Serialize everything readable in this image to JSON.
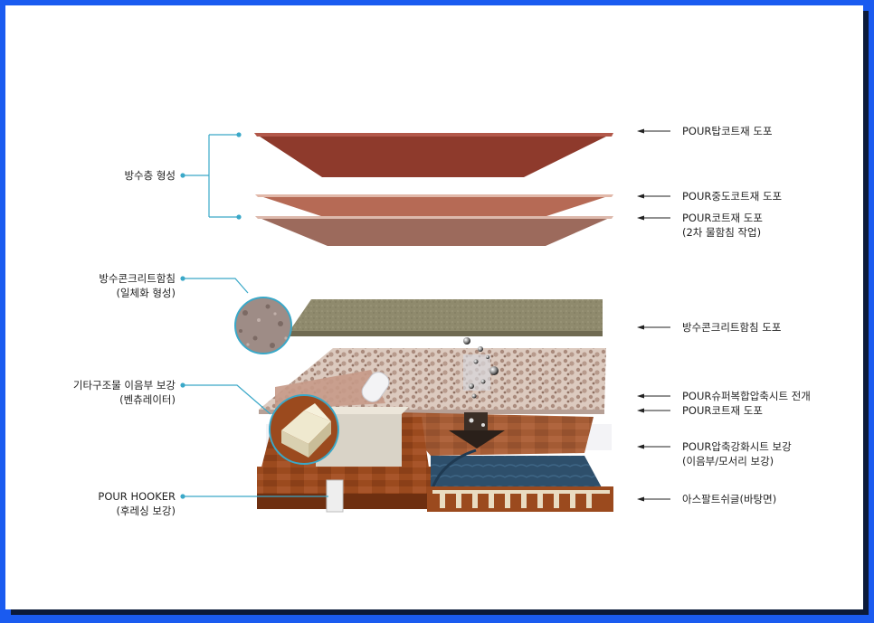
{
  "left_labels": {
    "waterproof_layer": "방수층 형성",
    "concrete_impregnation_line1": "방수콘크리트함침",
    "concrete_impregnation_line2": "(일체화 형성)",
    "reinforcement_line1": "기타구조물 이음부 보강",
    "reinforcement_line2": "(벤츄레이터)",
    "hooker_line1": "POUR HOOKER",
    "hooker_line2": "(후레싱 보강)"
  },
  "right_labels": {
    "top_coat": "POUR탑코트재 도포",
    "mid_coat": "POUR중도코트재 도포",
    "coat_line1": "POUR코트재 도포",
    "coat_line2": "(2차 물함침 작업)",
    "concrete_coat": "방수콘크리트함침 도포",
    "super_sheet": "POUR슈퍼복합압축시트 전개",
    "coat2": "POUR코트재 도포",
    "reinforce_sheet_line1": "POUR압축강화시트 보강",
    "reinforce_sheet_line2": "(이음부/모서리 보강)",
    "asphalt": "아스팔트쉬글(바탕면)"
  },
  "colors": {
    "accent": "#3aa8c8",
    "top_layer": "#8e3a2c",
    "mid_layer": "#b66a55",
    "coat_layer": "#9c6a5c",
    "concrete_layer": "#8f8a6d",
    "sheet_layer": "#d8c4b9",
    "wood": "#9b4a1e",
    "asphalt": "#2e4f6b"
  }
}
